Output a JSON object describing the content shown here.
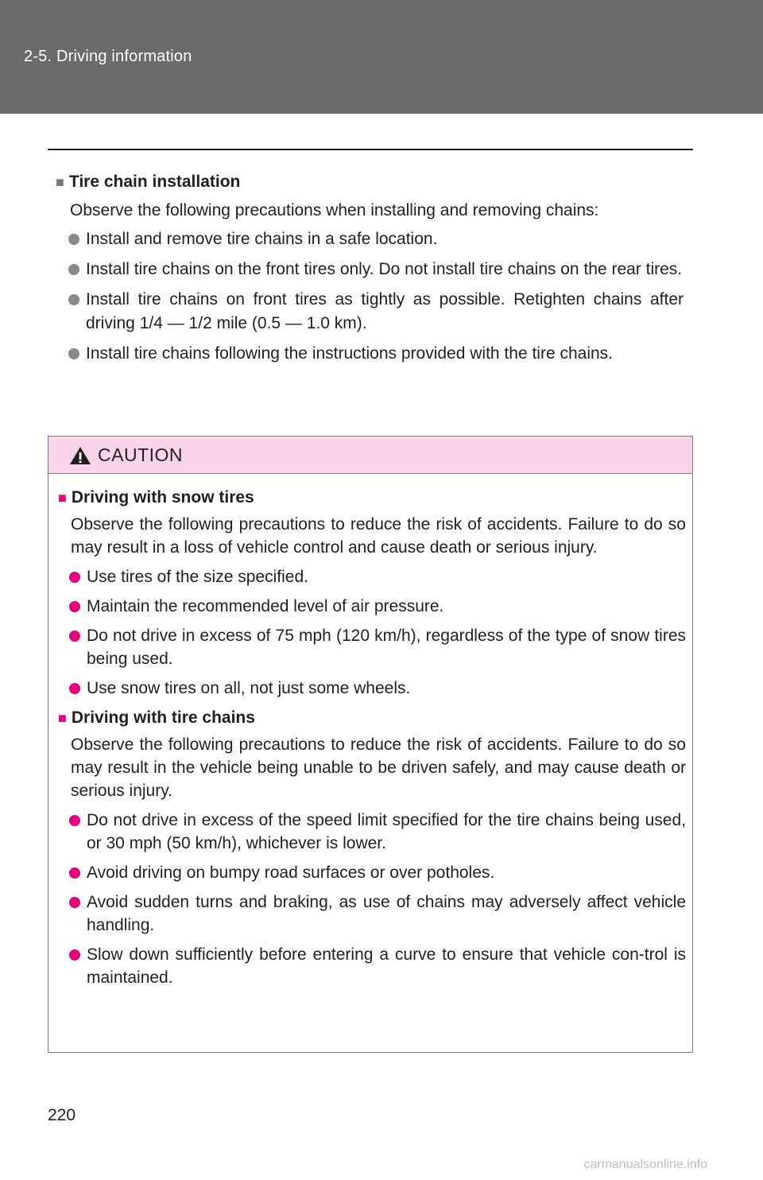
{
  "header": {
    "title": "2-5. Driving information"
  },
  "section": {
    "heading": "Tire chain installation",
    "intro": "Observe the following precautions when installing and removing chains:",
    "bullets": [
      "Install and remove tire chains in a safe location.",
      "Install tire chains on the front tires only. Do not install tire chains on the rear tires.",
      "Install tire chains on front tires as tightly as possible. Retighten chains after driving 1/4 — 1/2 mile (0.5 — 1.0 km).",
      "Install tire chains following the instructions provided with the tire chains."
    ]
  },
  "caution": {
    "title": "CAUTION",
    "icon": "warning-triangle-icon",
    "blocks": [
      {
        "heading": "Driving with snow tires",
        "intro": "Observe the following precautions to reduce the risk of accidents. Failure to do so may result in a loss of vehicle control and cause death or serious injury.",
        "bullets": [
          "Use tires of the size specified.",
          "Maintain the recommended level of air pressure.",
          "Do not drive in excess of 75 mph (120 km/h), regardless of the type of snow tires being used.",
          "Use snow tires on all, not just some wheels."
        ]
      },
      {
        "heading": "Driving with tire chains",
        "intro": "Observe the following precautions to reduce the risk of accidents. Failure to do so may result in the vehicle being unable to be driven safely, and may cause death or serious injury.",
        "bullets": [
          "Do not drive in excess of the speed limit specified for the tire chains being used, or 30 mph (50 km/h), whichever is lower.",
          "Avoid driving on bumpy road surfaces or over potholes.",
          "Avoid sudden turns and braking, as use of chains may adversely affect vehicle handling.",
          "Slow down sufficiently before entering a curve to ensure that vehicle con-trol is maintained."
        ]
      }
    ]
  },
  "page_number": "220",
  "footer": {
    "watermark": "carmanualsonline.info"
  },
  "colors": {
    "header_bg": "#6b6b6b",
    "caution_bg": "#f9d3ea",
    "caution_accent": "#e6007e",
    "bullet_gray": "#8a8a8a"
  }
}
